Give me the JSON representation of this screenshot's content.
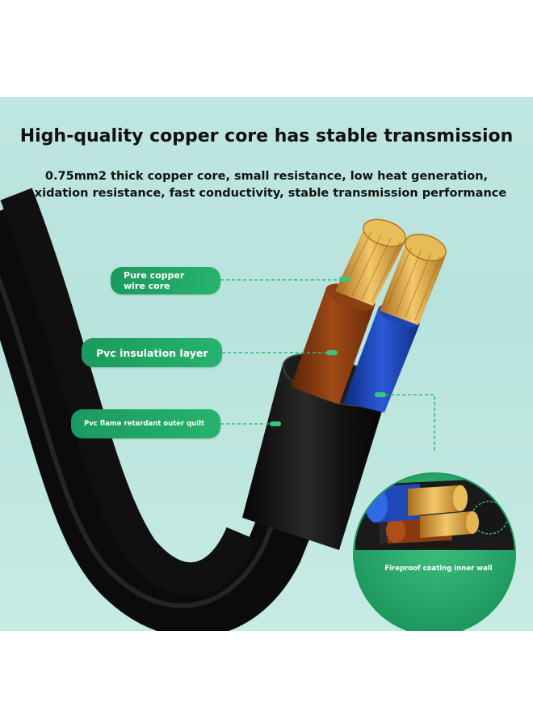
{
  "header": {
    "title": "High-quality copper core has stable transmission",
    "subtitle_line1": "0.75mm2 thick copper core, small resistance, low heat generation,",
    "subtitle_line2": "oxidation resistance, fast conductivity, stable transmission performance"
  },
  "callouts": {
    "copper_line1": "Pure copper",
    "copper_line2": "wire core",
    "insulation": "Pvc insulation layer",
    "outer": "Pvc flame retardant outer quilt",
    "inset": "Fireproof coating inner wall"
  },
  "colors": {
    "background": "#bfe6e0",
    "label_green": "#1fa766",
    "cable_black": "#141414",
    "brown_wire": "#8a3d12",
    "blue_wire": "#1f49b8",
    "copper": "#d9a640"
  }
}
